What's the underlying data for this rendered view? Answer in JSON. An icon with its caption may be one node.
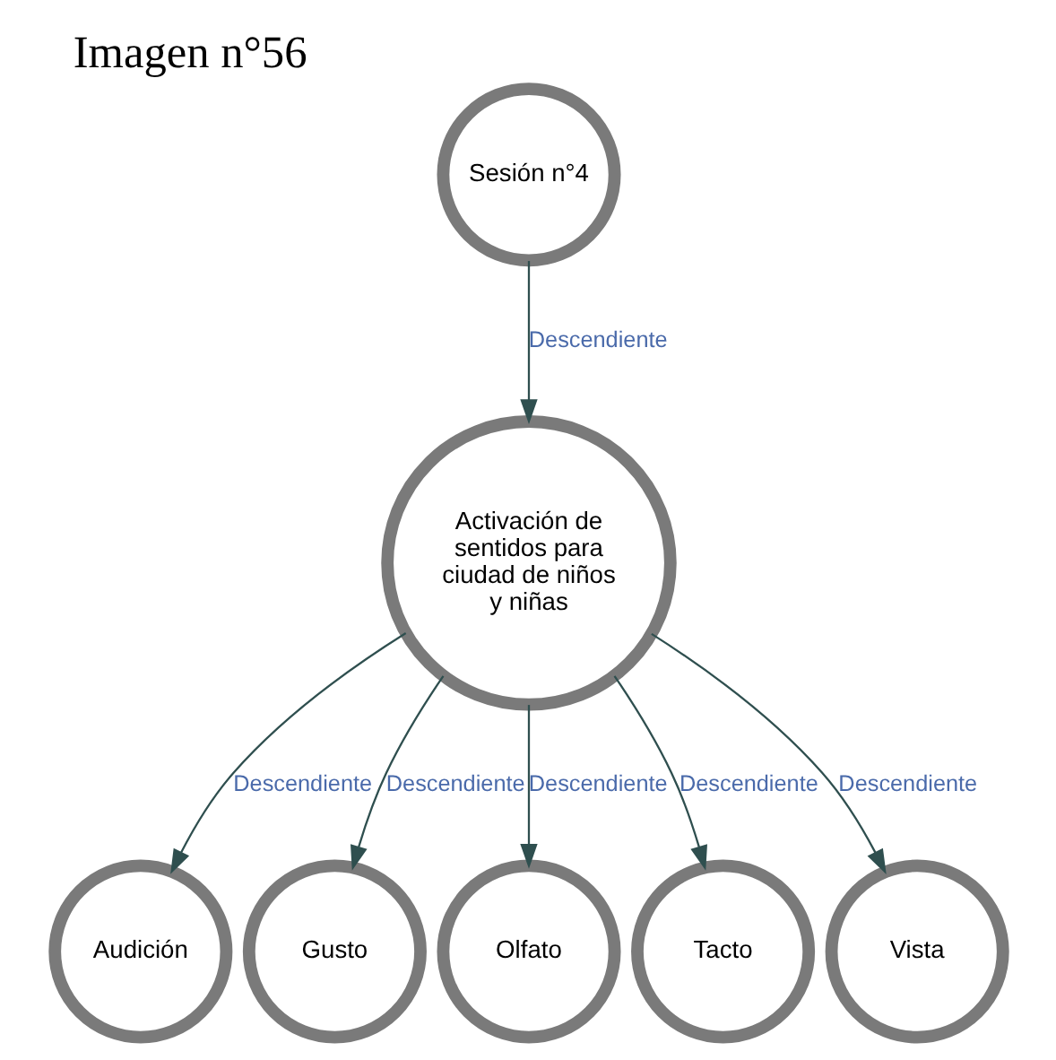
{
  "diagram": {
    "title": "Imagen n°56",
    "nodes": [
      {
        "text": [
          "Sesión n°4"
        ]
      },
      {
        "text": [
          "Activación de sentidos para ciudad de niños y niñas"
        ]
      },
      {
        "text": [
          "Audición"
        ]
      },
      {
        "text": [
          "Gusto"
        ]
      },
      {
        "text": [
          "Olfato"
        ]
      },
      {
        "text": [
          "Tacto"
        ]
      },
      {
        "text": [
          "Vista"
        ]
      }
    ],
    "edges": [
      {
        "from": 0,
        "to": 1,
        "arrow": "to",
        "label": "Descendiente"
      },
      {
        "from": 1,
        "to": 2,
        "arrow": "to",
        "label": "Descendiente"
      },
      {
        "from": 1,
        "to": 3,
        "arrow": "to",
        "label": "Descendiente"
      },
      {
        "from": 1,
        "to": 4,
        "arrow": "to",
        "label": "Descendiente"
      },
      {
        "from": 1,
        "to": 5,
        "arrow": "to",
        "label": "Descendiente"
      },
      {
        "from": 1,
        "to": 6,
        "arrow": "to",
        "label": "Descendiente"
      }
    ]
  }
}
